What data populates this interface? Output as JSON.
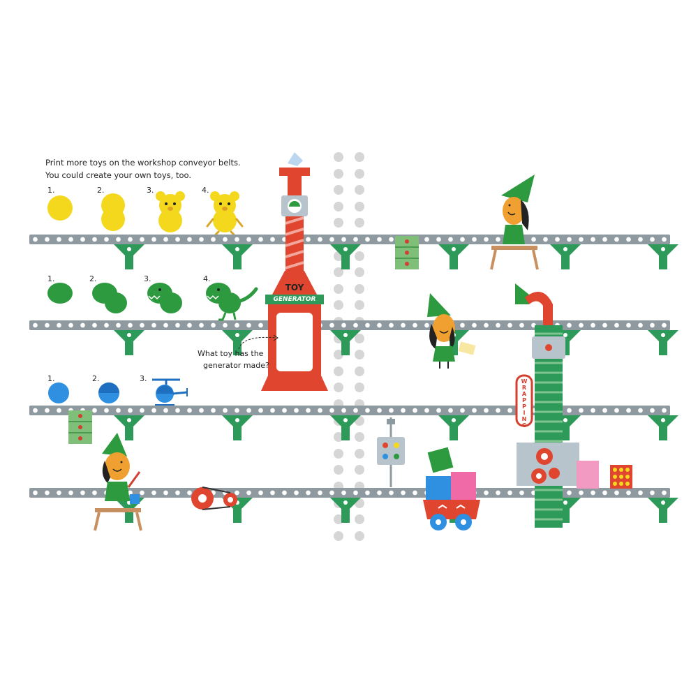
{
  "instructions": {
    "line1": "Print more toys on the workshop conveyor belts.",
    "line2": "You could create your own toys, too."
  },
  "rows": [
    {
      "name": "bear",
      "steps": [
        "1.",
        "2.",
        "3.",
        "4."
      ]
    },
    {
      "name": "dinosaur",
      "steps": [
        "1.",
        "2.",
        "3.",
        "4."
      ]
    },
    {
      "name": "helicopter",
      "steps": [
        "1.",
        "2.",
        "3."
      ]
    }
  ],
  "generator": {
    "title": "TOY",
    "subtitle": "GENERATOR"
  },
  "question": {
    "line1": "What toy has the",
    "line2": "generator made?"
  },
  "wrapping": {
    "letters": [
      "W",
      "R",
      "A",
      "P",
      "P",
      "I",
      "N",
      "G"
    ]
  },
  "colors": {
    "belt": "#8f9aa0",
    "support": "#2e9a5a",
    "generator": "#e0452f",
    "yellow": "#f4d81e",
    "green": "#2e9a3f",
    "blue": "#2f8fe0"
  }
}
